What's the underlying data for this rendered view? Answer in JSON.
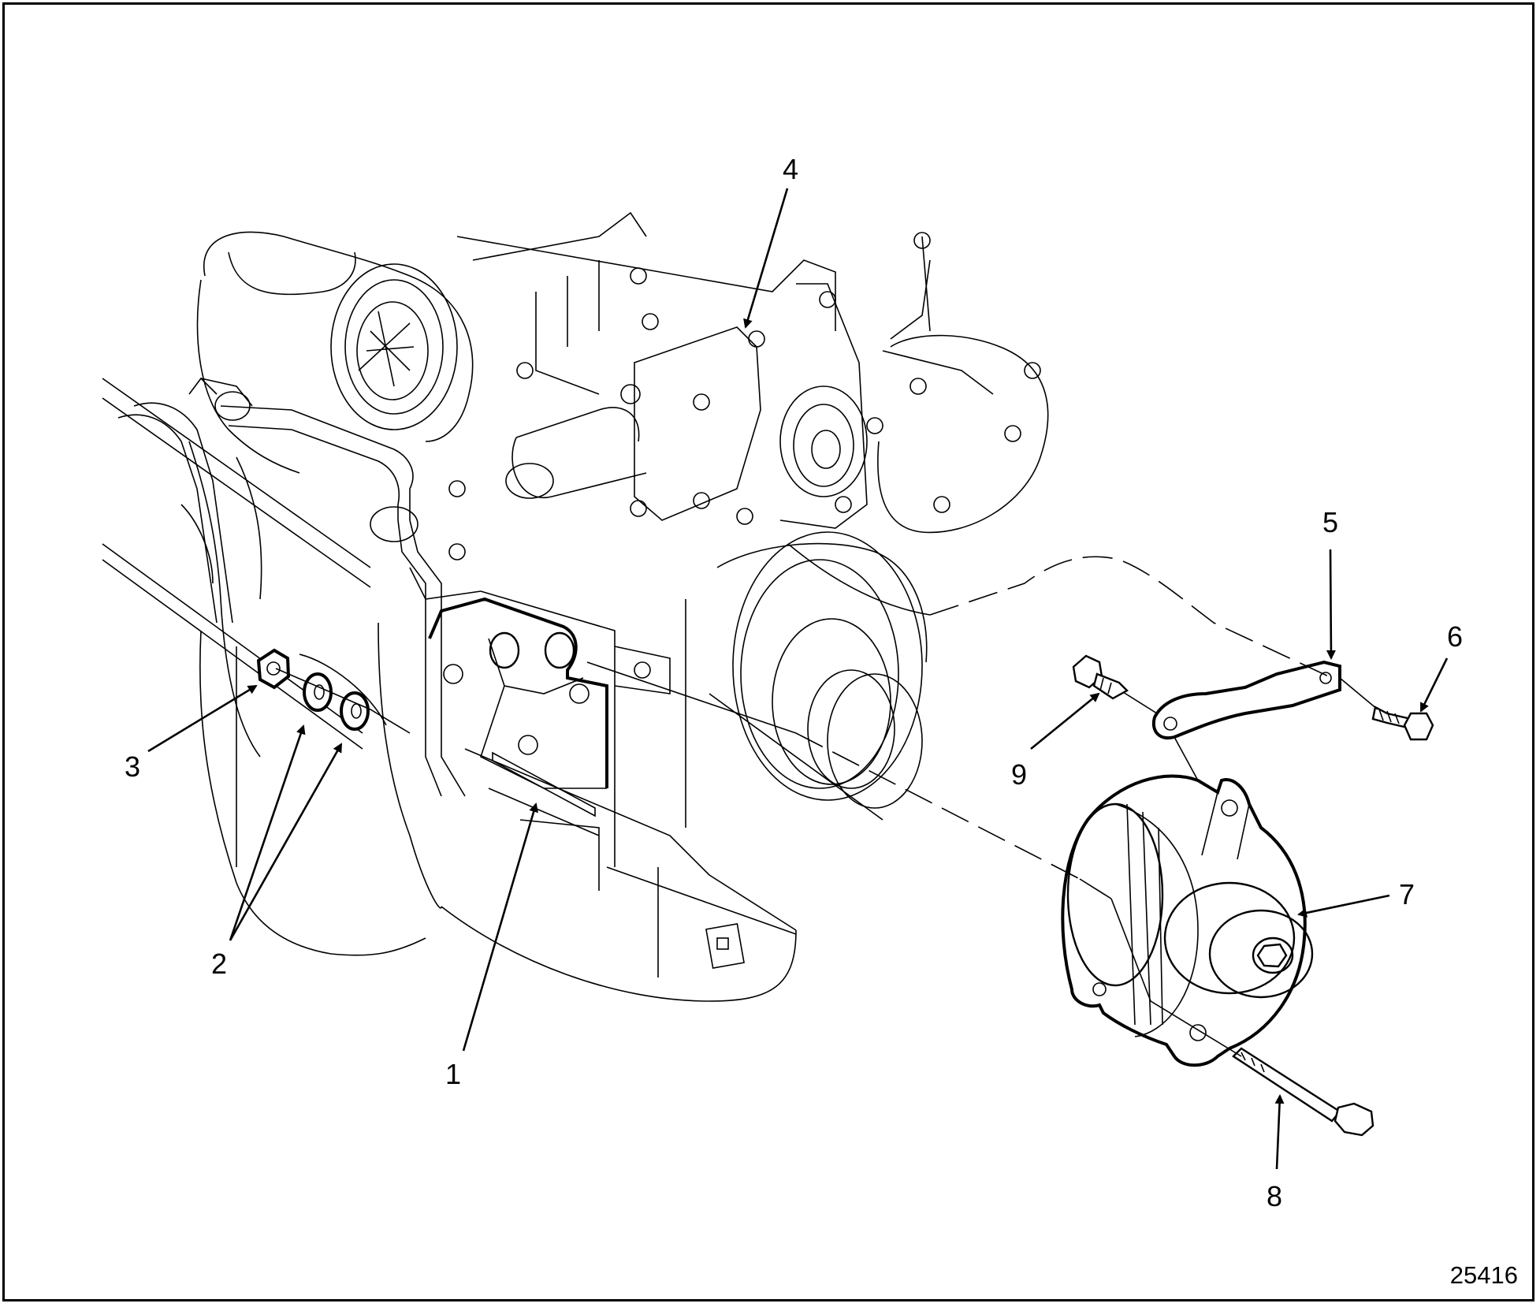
{
  "figure_number": "25416",
  "callouts": {
    "c1": "1",
    "c2": "2",
    "c3": "3",
    "c4": "4",
    "c5": "5",
    "c6": "6",
    "c7": "7",
    "c8": "8",
    "c9": "9"
  }
}
